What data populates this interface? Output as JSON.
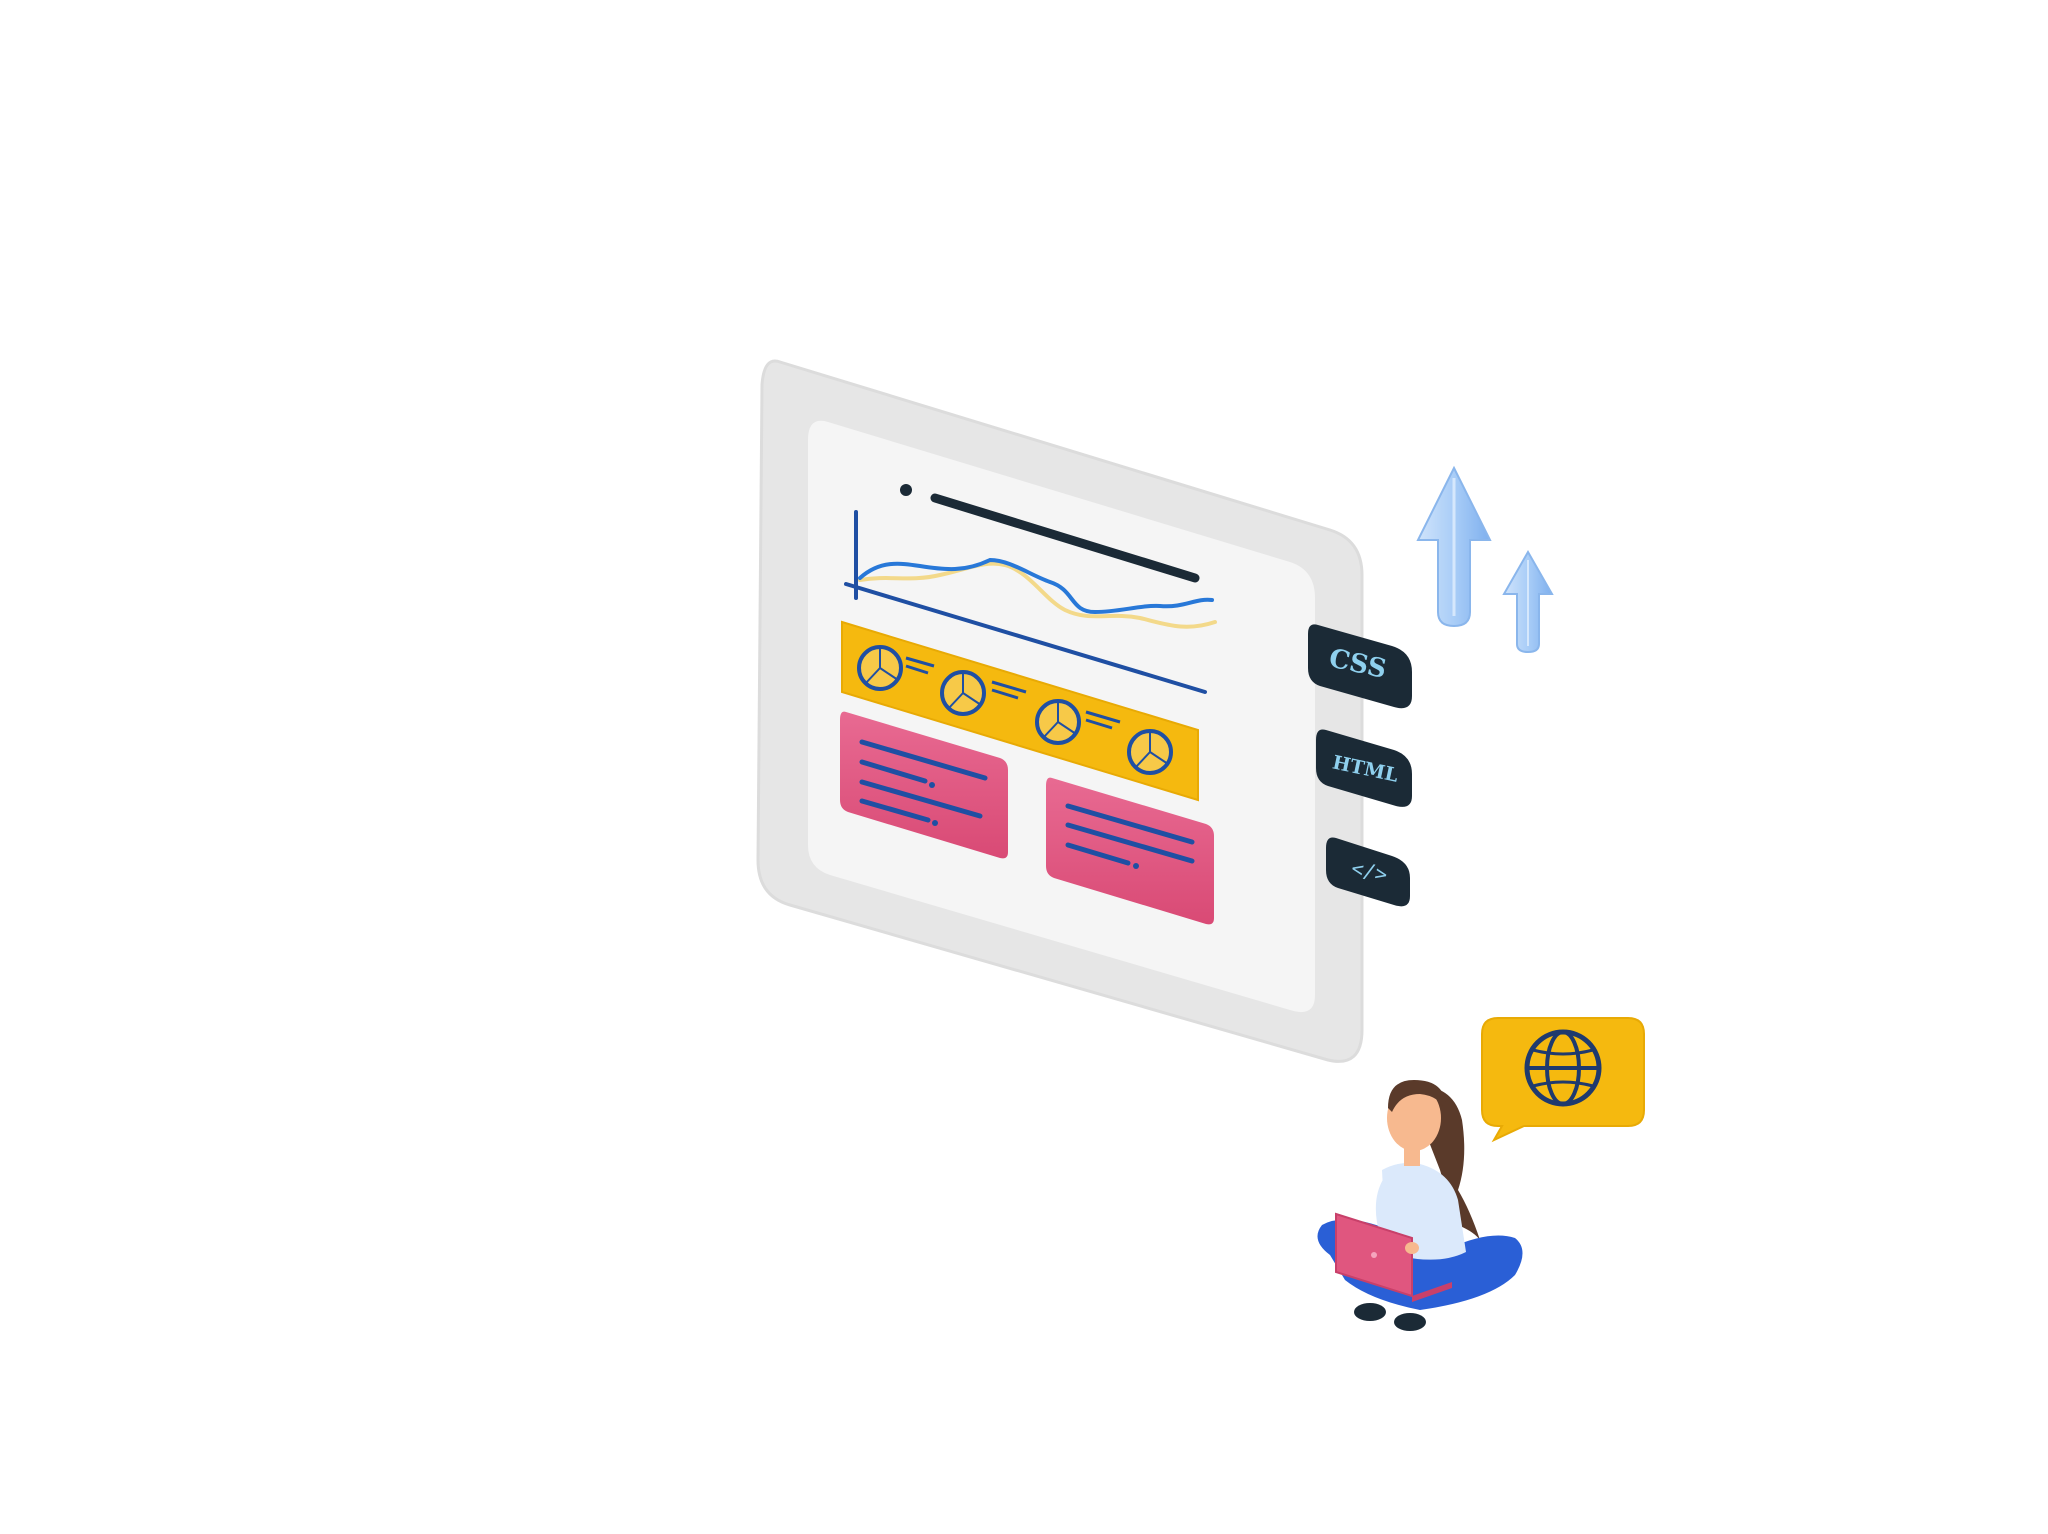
{
  "tags": {
    "css": "CSS",
    "html": "HTML",
    "code": "</>"
  },
  "colors": {
    "device_frame": "#e6e6e6",
    "screen": "#f5f5f5",
    "axis_blue": "#1f4fa3",
    "line_blue": "#2878d8",
    "line_yellow": "#f3d98a",
    "banner_yellow": "#f5b90f",
    "card_pink": "#e0567f",
    "tag_dark": "#1b2a36",
    "arrow_blue": "#a9cdf7",
    "bubble_yellow": "#f5b90f",
    "person_shirt": "#dbe9fb",
    "person_pants": "#2a5fd6",
    "laptop_pink": "#e0567f",
    "hair": "#5a3a2a",
    "skin": "#f7b98f"
  },
  "icons": {
    "device": "tablet-dashboard-illustration",
    "arrows": "up-arrow-icon",
    "bubble": "globe-icon",
    "person": "person-with-laptop-illustration",
    "stat_circles": "pie-chart-icon"
  }
}
